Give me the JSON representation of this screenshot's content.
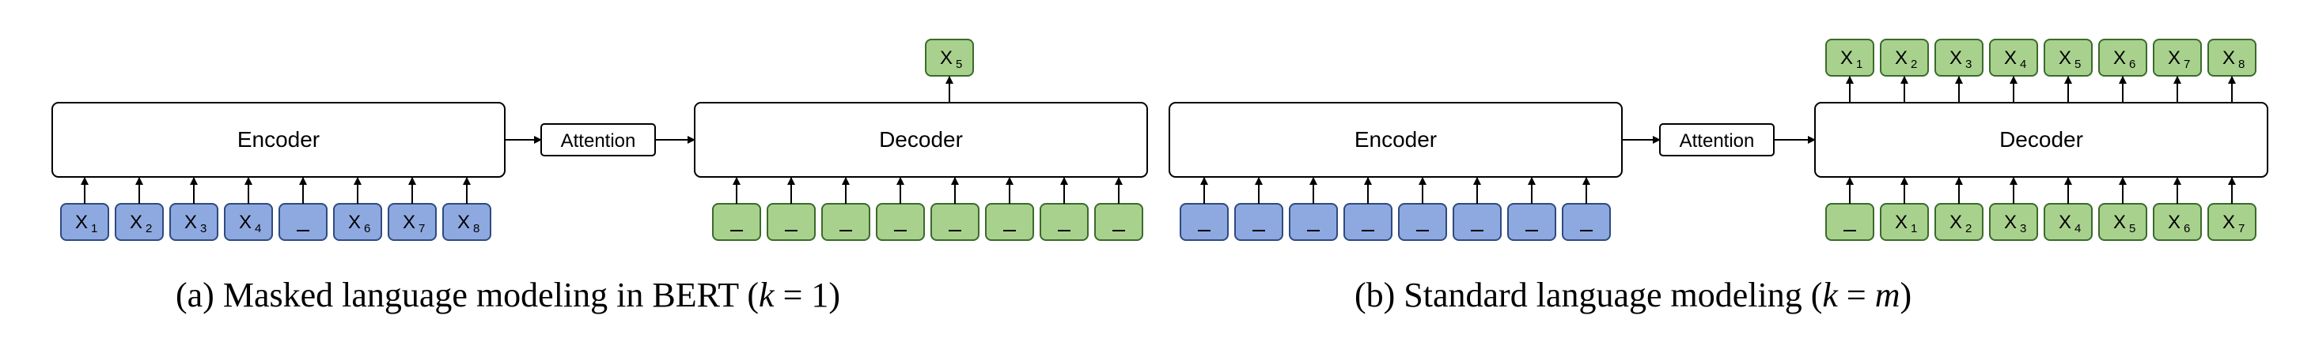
{
  "colors": {
    "blue_fill": "#8ea9e0",
    "blue_stroke": "#2f4a80",
    "green_fill": "#a9d18e",
    "green_stroke": "#3a6b2a",
    "box_stroke": "#000000"
  },
  "panel_a": {
    "encoder_label": "Encoder",
    "attention_label": "Attention",
    "decoder_label": "Decoder",
    "encoder_inputs": [
      {
        "letter": "X",
        "sub": "1"
      },
      {
        "letter": "X",
        "sub": "2"
      },
      {
        "letter": "X",
        "sub": "3"
      },
      {
        "letter": "X",
        "sub": "4"
      },
      {
        "letter": "_",
        "sub": ""
      },
      {
        "letter": "X",
        "sub": "6"
      },
      {
        "letter": "X",
        "sub": "7"
      },
      {
        "letter": "X",
        "sub": "8"
      }
    ],
    "decoder_inputs": [
      {
        "letter": "_",
        "sub": ""
      },
      {
        "letter": "_",
        "sub": ""
      },
      {
        "letter": "_",
        "sub": ""
      },
      {
        "letter": "_",
        "sub": ""
      },
      {
        "letter": "_",
        "sub": ""
      },
      {
        "letter": "_",
        "sub": ""
      },
      {
        "letter": "_",
        "sub": ""
      },
      {
        "letter": "_",
        "sub": ""
      }
    ],
    "decoder_outputs": [
      {
        "letter": "X",
        "sub": "5"
      }
    ],
    "caption_prefix": "(a) Masked language modeling in BERT (",
    "caption_math": "k",
    "caption_rest": " = 1)"
  },
  "panel_b": {
    "encoder_label": "Encoder",
    "attention_label": "Attention",
    "decoder_label": "Decoder",
    "encoder_inputs": [
      {
        "letter": "_",
        "sub": ""
      },
      {
        "letter": "_",
        "sub": ""
      },
      {
        "letter": "_",
        "sub": ""
      },
      {
        "letter": "_",
        "sub": ""
      },
      {
        "letter": "_",
        "sub": ""
      },
      {
        "letter": "_",
        "sub": ""
      },
      {
        "letter": "_",
        "sub": ""
      },
      {
        "letter": "_",
        "sub": ""
      }
    ],
    "decoder_inputs": [
      {
        "letter": "_",
        "sub": ""
      },
      {
        "letter": "X",
        "sub": "1"
      },
      {
        "letter": "X",
        "sub": "2"
      },
      {
        "letter": "X",
        "sub": "3"
      },
      {
        "letter": "X",
        "sub": "4"
      },
      {
        "letter": "X",
        "sub": "5"
      },
      {
        "letter": "X",
        "sub": "6"
      },
      {
        "letter": "X",
        "sub": "7"
      }
    ],
    "decoder_outputs": [
      {
        "letter": "X",
        "sub": "1"
      },
      {
        "letter": "X",
        "sub": "2"
      },
      {
        "letter": "X",
        "sub": "3"
      },
      {
        "letter": "X",
        "sub": "4"
      },
      {
        "letter": "X",
        "sub": "5"
      },
      {
        "letter": "X",
        "sub": "6"
      },
      {
        "letter": "X",
        "sub": "7"
      },
      {
        "letter": "X",
        "sub": "8"
      }
    ],
    "caption_prefix": "(b) Standard language modeling (",
    "caption_math": "k",
    "caption_eq": " = ",
    "caption_math2": "m",
    "caption_rest": ")"
  }
}
